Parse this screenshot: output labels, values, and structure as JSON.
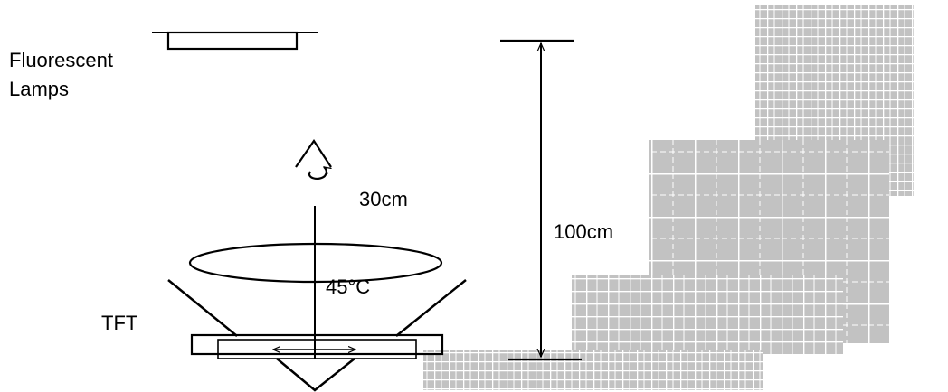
{
  "labels": {
    "lamp_line1": "Fluorescent",
    "lamp_line2": "Lamps",
    "tft": "TFT",
    "eye_distance": "30cm",
    "lamp_distance": "100cm",
    "angle": "45°C"
  },
  "colors": {
    "ink": "#000000",
    "tile_fill": "#c2c2c2",
    "tile_grid": "#ffffff",
    "background": "#ffffff"
  }
}
